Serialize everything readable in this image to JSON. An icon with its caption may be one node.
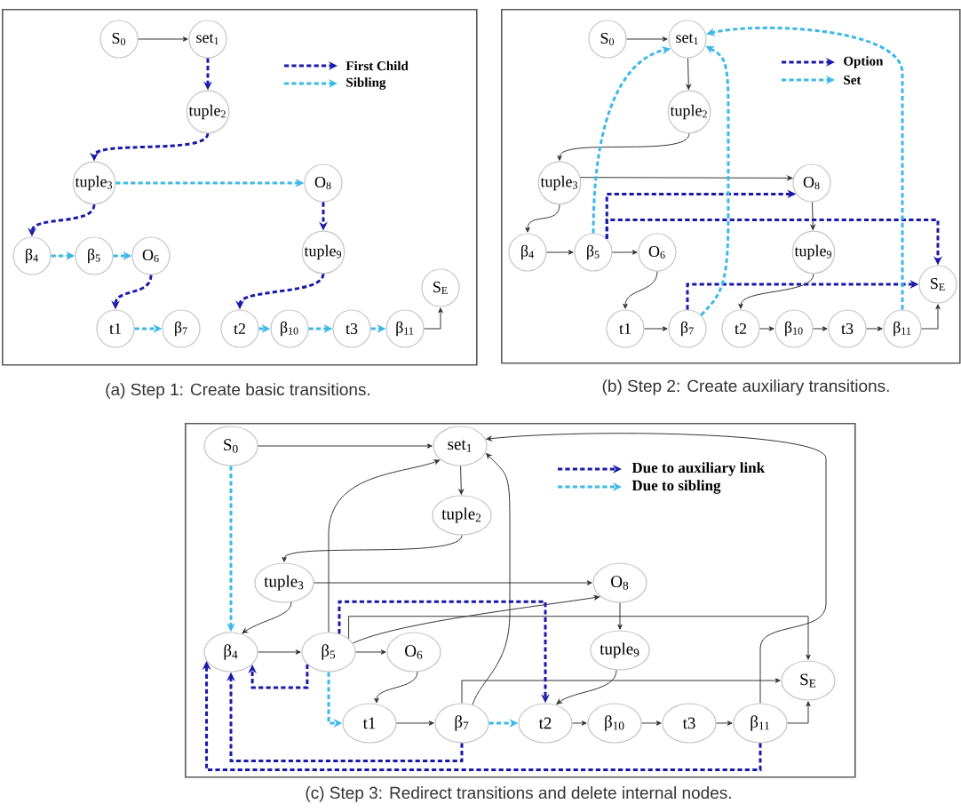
{
  "diagram": {
    "nodes": [
      {
        "text": [
          "(a) Step 1: Create basic transitions."
        ]
      },
      {
        "text": [
          "S$_{0}$"
        ],
        "in": 0
      },
      {
        "text": [
          "set$_{1}$"
        ],
        "in": 0
      },
      {
        "text": [
          "tuple$_{2}$"
        ],
        "in": 0
      },
      {
        "text": [
          "tuple$_{3}$"
        ],
        "in": 0
      },
      {
        "text": [
          "O$_{8}$"
        ],
        "in": 0
      },
      {
        "text": [
          "β$_{4}$"
        ],
        "in": 0
      },
      {
        "text": [
          "β$_{5}$"
        ],
        "in": 0
      },
      {
        "text": [
          "O$_{6}$"
        ],
        "in": 0
      },
      {
        "text": [
          "tuple$_{9}$"
        ],
        "in": 0
      },
      {
        "text": [
          "S$_{E}$"
        ],
        "in": 0
      },
      {
        "text": [
          "t1"
        ],
        "in": 0
      },
      {
        "text": [
          "β$_{7}$"
        ],
        "in": 0
      },
      {
        "text": [
          "t2"
        ],
        "in": 0
      },
      {
        "text": [
          "β$_{10}$"
        ],
        "in": 0
      },
      {
        "text": [
          "t3"
        ],
        "in": 0
      },
      {
        "text": [
          "β$_{11}$"
        ],
        "in": 0
      },
      {
        "text": [
          "(b) Step 2: Create auxiliary transitions."
        ]
      },
      {
        "text": [
          "S$_{0}$"
        ],
        "in": 17
      },
      {
        "text": [
          "set$_{1}$"
        ],
        "in": 17
      },
      {
        "text": [
          "tuple$_{2}$"
        ],
        "in": 17
      },
      {
        "text": [
          "tuple$_{3}$"
        ],
        "in": 17
      },
      {
        "text": [
          "O$_{8}$"
        ],
        "in": 17
      },
      {
        "text": [
          "β$_{4}$"
        ],
        "in": 17
      },
      {
        "text": [
          "β$_{5}$"
        ],
        "in": 17
      },
      {
        "text": [
          "O$_{6}$"
        ],
        "in": 17
      },
      {
        "text": [
          "tuple$_{9}$"
        ],
        "in": 17
      },
      {
        "text": [
          "S$_{E}$"
        ],
        "in": 17
      },
      {
        "text": [
          "t1"
        ],
        "in": 17
      },
      {
        "text": [
          "β$_{7}$"
        ],
        "in": 17
      },
      {
        "text": [
          "t2"
        ],
        "in": 17
      },
      {
        "text": [
          "β$_{10}$"
        ],
        "in": 17
      },
      {
        "text": [
          "t3"
        ],
        "in": 17
      },
      {
        "text": [
          "β$_{11}$"
        ],
        "in": 17
      },
      {
        "text": [
          "(c) Step 3: Redirect transitions and delete internal nodes."
        ]
      },
      {
        "text": [
          "S$_{0}$"
        ],
        "in": 34
      },
      {
        "text": [
          "set$_{1}$"
        ],
        "in": 34
      },
      {
        "text": [
          "tuple$_{2}$"
        ],
        "in": 34
      },
      {
        "text": [
          "tuple$_{3}$"
        ],
        "in": 34
      },
      {
        "text": [
          "O$_{8}$"
        ],
        "in": 34
      },
      {
        "text": [
          "β$_{4}$"
        ],
        "in": 34
      },
      {
        "text": [
          "β$_{5}$"
        ],
        "in": 34
      },
      {
        "text": [
          "O$_{6}$"
        ],
        "in": 34
      },
      {
        "text": [
          "tuple$_{9}$"
        ],
        "in": 34
      },
      {
        "text": [
          "S$_{E}$"
        ],
        "in": 34
      },
      {
        "text": [
          "t1"
        ],
        "in": 34
      },
      {
        "text": [
          "β$_{7}$"
        ],
        "in": 34
      },
      {
        "text": [
          "t2"
        ],
        "in": 34
      },
      {
        "text": [
          "β$_{10}$"
        ],
        "in": 34
      },
      {
        "text": [
          "t3"
        ],
        "in": 34
      },
      {
        "text": [
          "β$_{11}$"
        ],
        "in": 34
      }
    ],
    "edges": [
      {
        "from": 1,
        "to": 2,
        "arrow": "to"
      },
      {
        "from": 2,
        "to": 3,
        "arrow": "to",
        "style": "dashed",
        "color": "#1a1aaa"
      },
      {
        "from": 3,
        "to": 4,
        "arrow": "to",
        "style": "dashed",
        "color": "#1a1aaa"
      },
      {
        "from": 4,
        "to": 5,
        "arrow": "to",
        "style": "dashed",
        "color": "#3cb9e6"
      },
      {
        "from": 4,
        "to": 6,
        "arrow": "to",
        "style": "dashed",
        "color": "#1a1aaa"
      },
      {
        "from": 6,
        "to": 7,
        "arrow": "to",
        "style": "dashed",
        "color": "#3cb9e6"
      },
      {
        "from": 7,
        "to": 8,
        "arrow": "to",
        "style": "dashed",
        "color": "#3cb9e6"
      },
      {
        "from": 5,
        "to": 9,
        "arrow": "to",
        "style": "dashed",
        "color": "#1a1aaa"
      },
      {
        "from": 8,
        "to": 11,
        "arrow": "to",
        "style": "dashed",
        "color": "#1a1aaa"
      },
      {
        "from": 11,
        "to": 12,
        "arrow": "to",
        "style": "dashed",
        "color": "#3cb9e6"
      },
      {
        "from": 9,
        "to": 13,
        "arrow": "to",
        "style": "dashed",
        "color": "#1a1aaa"
      },
      {
        "from": 13,
        "to": 14,
        "arrow": "to",
        "style": "dashed",
        "color": "#3cb9e6"
      },
      {
        "from": 14,
        "to": 15,
        "arrow": "to",
        "style": "dashed",
        "color": "#3cb9e6"
      },
      {
        "from": 15,
        "to": 16,
        "arrow": "to",
        "style": "dashed",
        "color": "#3cb9e6"
      },
      {
        "from": 16,
        "to": 10,
        "arrow": "to"
      },
      {
        "from": 18,
        "to": 19,
        "arrow": "to"
      },
      {
        "from": 19,
        "to": 20,
        "arrow": "to"
      },
      {
        "from": 20,
        "to": 21,
        "arrow": "to"
      },
      {
        "from": 21,
        "to": 22,
        "arrow": "to"
      },
      {
        "from": 21,
        "to": 23,
        "arrow": "to"
      },
      {
        "from": 23,
        "to": 24,
        "arrow": "to"
      },
      {
        "from": 24,
        "to": 25,
        "arrow": "to"
      },
      {
        "from": 25,
        "to": 28,
        "arrow": "to"
      },
      {
        "from": 28,
        "to": 29,
        "arrow": "to"
      },
      {
        "from": 22,
        "to": 26,
        "arrow": "to"
      },
      {
        "from": 26,
        "to": 30,
        "arrow": "to"
      },
      {
        "from": 30,
        "to": 31,
        "arrow": "to"
      },
      {
        "from": 31,
        "to": 32,
        "arrow": "to"
      },
      {
        "from": 32,
        "to": 33,
        "arrow": "to"
      },
      {
        "from": 33,
        "to": 27,
        "arrow": "to"
      },
      {
        "from": 24,
        "to": 22,
        "arrow": "to",
        "style": "dashed",
        "color": "#1a1aaa"
      },
      {
        "from": 24,
        "to": 27,
        "arrow": "to",
        "style": "dashed",
        "color": "#1a1aaa"
      },
      {
        "from": 29,
        "to": 27,
        "arrow": "to",
        "style": "dashed",
        "color": "#1a1aaa"
      },
      {
        "from": 24,
        "to": 19,
        "arrow": "to",
        "style": "dashed",
        "color": "#3cb9e6"
      },
      {
        "from": 29,
        "to": 19,
        "arrow": "to",
        "style": "dashed",
        "color": "#3cb9e6"
      },
      {
        "from": 33,
        "to": 19,
        "arrow": "to",
        "style": "dashed",
        "color": "#3cb9e6"
      },
      {
        "from": 35,
        "to": 36,
        "arrow": "to"
      },
      {
        "from": 35,
        "to": 40,
        "arrow": "to",
        "style": "dashed",
        "color": "#3cb9e6"
      },
      {
        "from": 36,
        "to": 37,
        "arrow": "to"
      },
      {
        "from": 37,
        "to": 38,
        "arrow": "to"
      },
      {
        "from": 38,
        "to": 40,
        "arrow": "to"
      },
      {
        "from": 38,
        "to": 39,
        "arrow": "to"
      },
      {
        "from": 41,
        "to": 39,
        "arrow": "to"
      },
      {
        "from": 41,
        "to": 36,
        "arrow": "to"
      },
      {
        "from": 46,
        "to": 36,
        "arrow": "to"
      },
      {
        "from": 50,
        "to": 36,
        "arrow": "to"
      },
      {
        "from": 41,
        "to": 44,
        "arrow": "to"
      },
      {
        "from": 46,
        "to": 44,
        "arrow": "to"
      },
      {
        "from": 40,
        "to": 41,
        "arrow": "to"
      },
      {
        "from": 41,
        "to": 42,
        "arrow": "to"
      },
      {
        "from": 42,
        "to": 45,
        "arrow": "to"
      },
      {
        "from": 45,
        "to": 46,
        "arrow": "to"
      },
      {
        "from": 39,
        "to": 43,
        "arrow": "to"
      },
      {
        "from": 43,
        "to": 47,
        "arrow": "to"
      },
      {
        "from": 47,
        "to": 48,
        "arrow": "to"
      },
      {
        "from": 48,
        "to": 49,
        "arrow": "to"
      },
      {
        "from": 49,
        "to": 50,
        "arrow": "to"
      },
      {
        "from": 50,
        "to": 44,
        "arrow": "to"
      },
      {
        "from": 41,
        "to": 45,
        "arrow": "to",
        "style": "dashed",
        "color": "#3cb9e6"
      },
      {
        "from": 46,
        "to": 47,
        "arrow": "to",
        "style": "dashed",
        "color": "#3cb9e6"
      },
      {
        "from": 41,
        "to": 47,
        "arrow": "to",
        "style": "dashed",
        "color": "#1a1aaa"
      },
      {
        "from": 41,
        "to": 40,
        "arrow": "to",
        "style": "dashed",
        "color": "#1a1aaa"
      },
      {
        "from": 46,
        "to": 40,
        "arrow": "to",
        "style": "dashed",
        "color": "#1a1aaa"
      },
      {
        "from": 50,
        "to": 40,
        "arrow": "to",
        "style": "dashed",
        "color": "#1a1aaa"
      }
    ],
    "legend": [
      {
        "text": "First Child"
      },
      {
        "text": "Sibling"
      },
      {
        "text": "Option"
      },
      {
        "text": "Set"
      },
      {
        "text": "Due to auxiliary link"
      },
      {
        "text": "Due to sibling"
      }
    ]
  }
}
